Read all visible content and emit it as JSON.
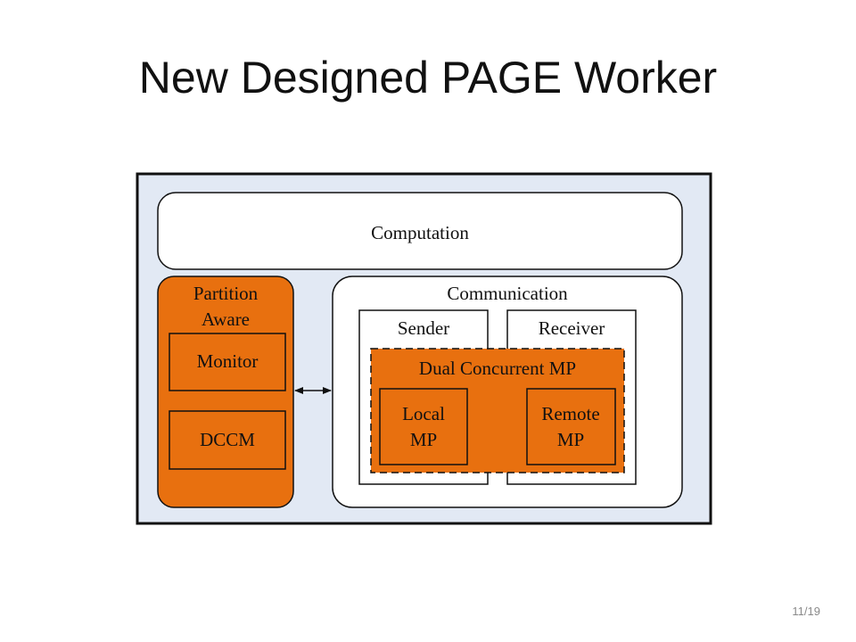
{
  "slide": {
    "title": "New Designed PAGE Worker",
    "page_number": "11/19"
  },
  "diagram": {
    "computation_label": "Computation",
    "partition_aware": {
      "label_line1": "Partition",
      "label_line2": "Aware",
      "monitor_label": "Monitor",
      "dccm_label": "DCCM"
    },
    "communication": {
      "label": "Communication",
      "sender_label": "Sender",
      "receiver_label": "Receiver",
      "dual_mp_label": "Dual Concurrent MP",
      "local_mp_line1": "Local",
      "local_mp_line2": "MP",
      "remote_mp_line1": "Remote",
      "remote_mp_line2": "MP"
    }
  },
  "colors": {
    "orange": "#E8700F",
    "panel_bg": "#E2E9F4",
    "border": "#111111"
  }
}
